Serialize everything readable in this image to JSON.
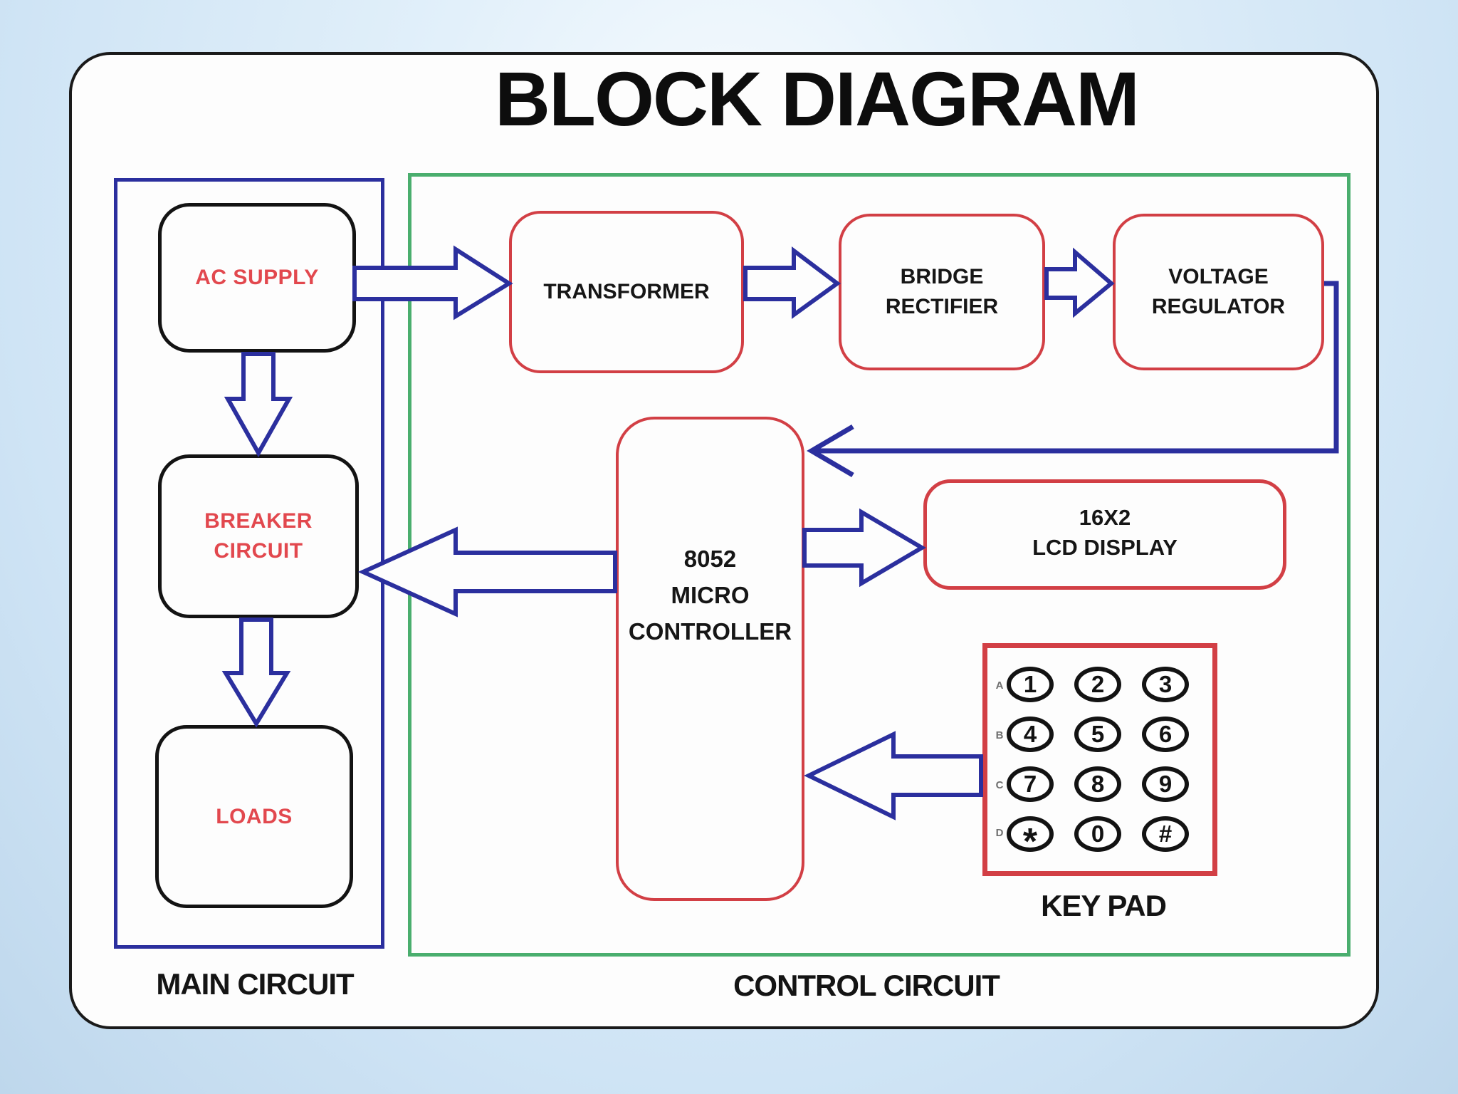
{
  "title": "BLOCK DIAGRAM",
  "colors": {
    "blue": "#2b2f9e",
    "green": "#4aae6e",
    "red_border": "#d23f45",
    "red_text": "#e2484e",
    "ink": "#161616",
    "panel": "#fdfdfd",
    "key_label": "#6f6f6f"
  },
  "main_circuit": {
    "label": "MAIN CIRCUIT",
    "blocks": {
      "ac_supply": {
        "lines": [
          "AC SUPPLY"
        ]
      },
      "breaker": {
        "lines": [
          "BREAKER",
          "CIRCUIT"
        ]
      },
      "loads": {
        "lines": [
          "LOADS"
        ]
      }
    }
  },
  "control_circuit": {
    "label": "CONTROL CIRCUIT",
    "blocks": {
      "transformer": {
        "lines": [
          "TRANSFORMER"
        ]
      },
      "bridge_rectifier": {
        "lines": [
          "BRIDGE",
          "RECTIFIER"
        ]
      },
      "voltage_regulator": {
        "lines": [
          "VOLTAGE",
          "REGULATOR"
        ]
      },
      "microcontroller": {
        "lines": [
          "8052",
          "MICRO",
          "CONTROLLER"
        ]
      },
      "lcd_display": {
        "lines": [
          "16X2",
          "LCD DISPLAY"
        ]
      }
    },
    "keypad": {
      "label": "KEY PAD",
      "row_labels": [
        "A",
        "B",
        "C",
        "D"
      ],
      "keys": [
        [
          "1",
          "2",
          "3"
        ],
        [
          "4",
          "5",
          "6"
        ],
        [
          "7",
          "8",
          "9"
        ],
        [
          "*",
          "0",
          "#"
        ]
      ]
    }
  }
}
